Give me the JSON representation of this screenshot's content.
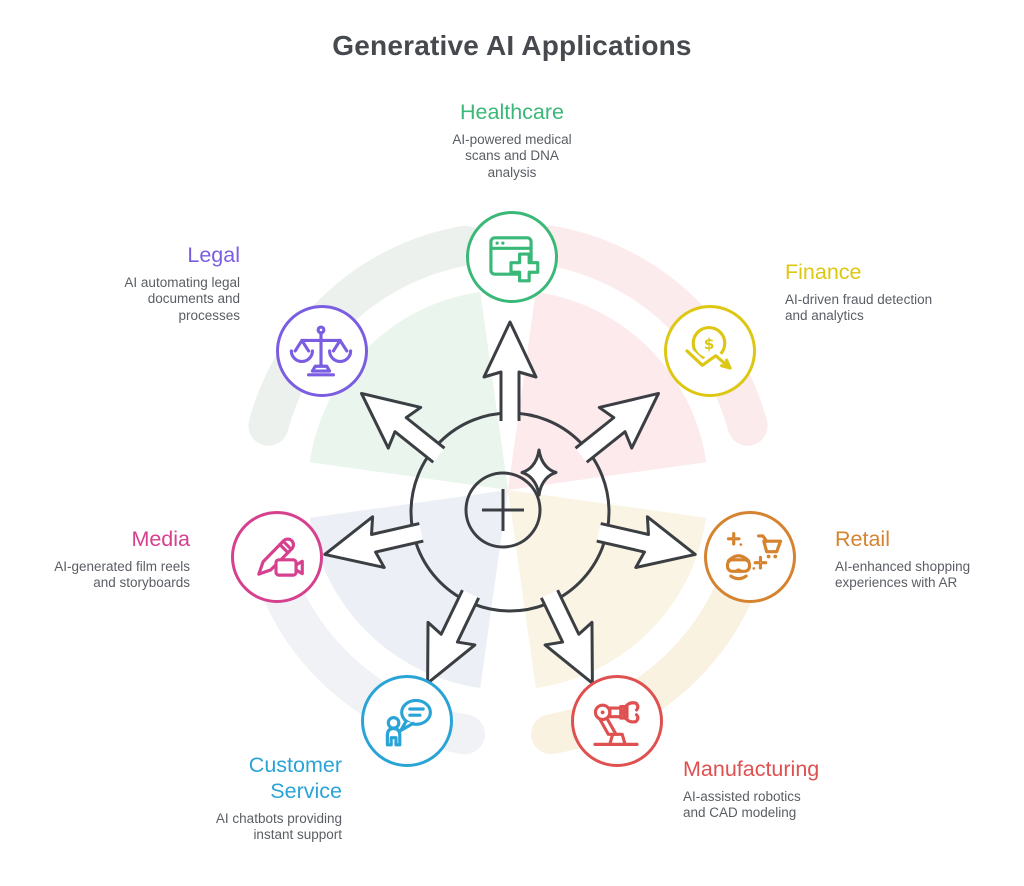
{
  "title": "Generative AI Applications",
  "hub": {
    "line_color": "#3b3f43",
    "arrow_count": 7
  },
  "background_colors": {
    "green_petal": "#d8ecdf",
    "pink_petal": "#f9d9dc",
    "blue_petal": "#dfe5ef",
    "yellow_petal": "#f7ecd2"
  },
  "categories": [
    {
      "id": "healthcare",
      "label": "Healthcare",
      "description": "AI-powered medical scans and DNA analysis",
      "color": "#3ab878",
      "icon": "medical-app-icon"
    },
    {
      "id": "legal",
      "label": "Legal",
      "description": "AI automating legal documents and processes",
      "color": "#7b5de2",
      "icon": "scales-of-justice-icon"
    },
    {
      "id": "finance",
      "label": "Finance",
      "description": "AI-driven fraud detection and analytics",
      "color": "#ddc713",
      "icon": "dollar-decline-arrow-icon",
      "icon_glyph": "$"
    },
    {
      "id": "media",
      "label": "Media",
      "description": "AI-generated film reels and storyboards",
      "color": "#d6418f",
      "icon": "pencil-video-camera-icon"
    },
    {
      "id": "retail",
      "label": "Retail",
      "description": "AI-enhanced shopping experiences with AR",
      "color": "#d6832f",
      "icon": "vr-headset-shopping-cart-icon"
    },
    {
      "id": "customer_service",
      "label": "Customer Service",
      "description": "AI chatbots providing instant support",
      "color": "#2aa4d6",
      "icon": "person-chat-bubble-icon"
    },
    {
      "id": "manufacturing",
      "label": "Manufacturing",
      "description": "AI-assisted robotics and CAD modeling",
      "color": "#df5050",
      "icon": "robot-arm-icon"
    }
  ]
}
